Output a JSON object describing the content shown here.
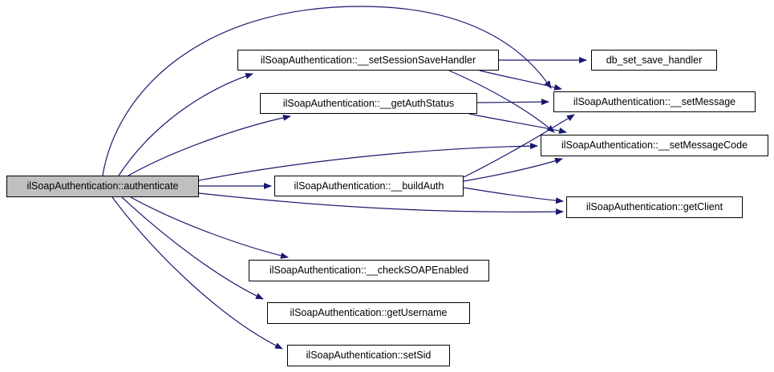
{
  "diagram": {
    "type": "call-graph",
    "background_color": "#ffffff",
    "edge_color": "#191970",
    "node_fill_color": "#ffffff",
    "node_border_color": "#000000",
    "focus_node_fill_color": "#bfbfbf",
    "nodes": [
      {
        "id": "authenticate",
        "label": "ilSoapAuthentication::authenticate",
        "focused": true
      },
      {
        "id": "set-session-save-handler",
        "label": "ilSoapAuthentication::__setSessionSaveHandler",
        "focused": false
      },
      {
        "id": "get-auth-status",
        "label": "ilSoapAuthentication::__getAuthStatus",
        "focused": false
      },
      {
        "id": "build-auth",
        "label": "ilSoapAuthentication::__buildAuth",
        "focused": false
      },
      {
        "id": "check-soap-enabled",
        "label": "ilSoapAuthentication::__checkSOAPEnabled",
        "focused": false
      },
      {
        "id": "get-username",
        "label": "ilSoapAuthentication::getUsername",
        "focused": false
      },
      {
        "id": "set-sid",
        "label": "ilSoapAuthentication::setSid",
        "focused": false
      },
      {
        "id": "db-set-save-handler",
        "label": "db_set_save_handler",
        "focused": false
      },
      {
        "id": "set-message",
        "label": "ilSoapAuthentication::__setMessage",
        "focused": false
      },
      {
        "id": "set-message-code",
        "label": "ilSoapAuthentication::__setMessageCode",
        "focused": false
      },
      {
        "id": "get-client",
        "label": "ilSoapAuthentication::getClient",
        "focused": false
      }
    ],
    "edges": [
      {
        "from": "authenticate",
        "to": "set-message"
      },
      {
        "from": "authenticate",
        "to": "set-session-save-handler"
      },
      {
        "from": "authenticate",
        "to": "get-auth-status"
      },
      {
        "from": "authenticate",
        "to": "set-message-code"
      },
      {
        "from": "authenticate",
        "to": "build-auth"
      },
      {
        "from": "authenticate",
        "to": "get-client"
      },
      {
        "from": "authenticate",
        "to": "check-soap-enabled"
      },
      {
        "from": "authenticate",
        "to": "get-username"
      },
      {
        "from": "authenticate",
        "to": "set-sid"
      },
      {
        "from": "set-session-save-handler",
        "to": "db-set-save-handler"
      },
      {
        "from": "set-session-save-handler",
        "to": "set-message"
      },
      {
        "from": "set-session-save-handler",
        "to": "set-message-code"
      },
      {
        "from": "get-auth-status",
        "to": "set-message"
      },
      {
        "from": "get-auth-status",
        "to": "set-message-code"
      },
      {
        "from": "build-auth",
        "to": "set-message"
      },
      {
        "from": "build-auth",
        "to": "set-message-code"
      },
      {
        "from": "build-auth",
        "to": "get-client"
      }
    ]
  }
}
